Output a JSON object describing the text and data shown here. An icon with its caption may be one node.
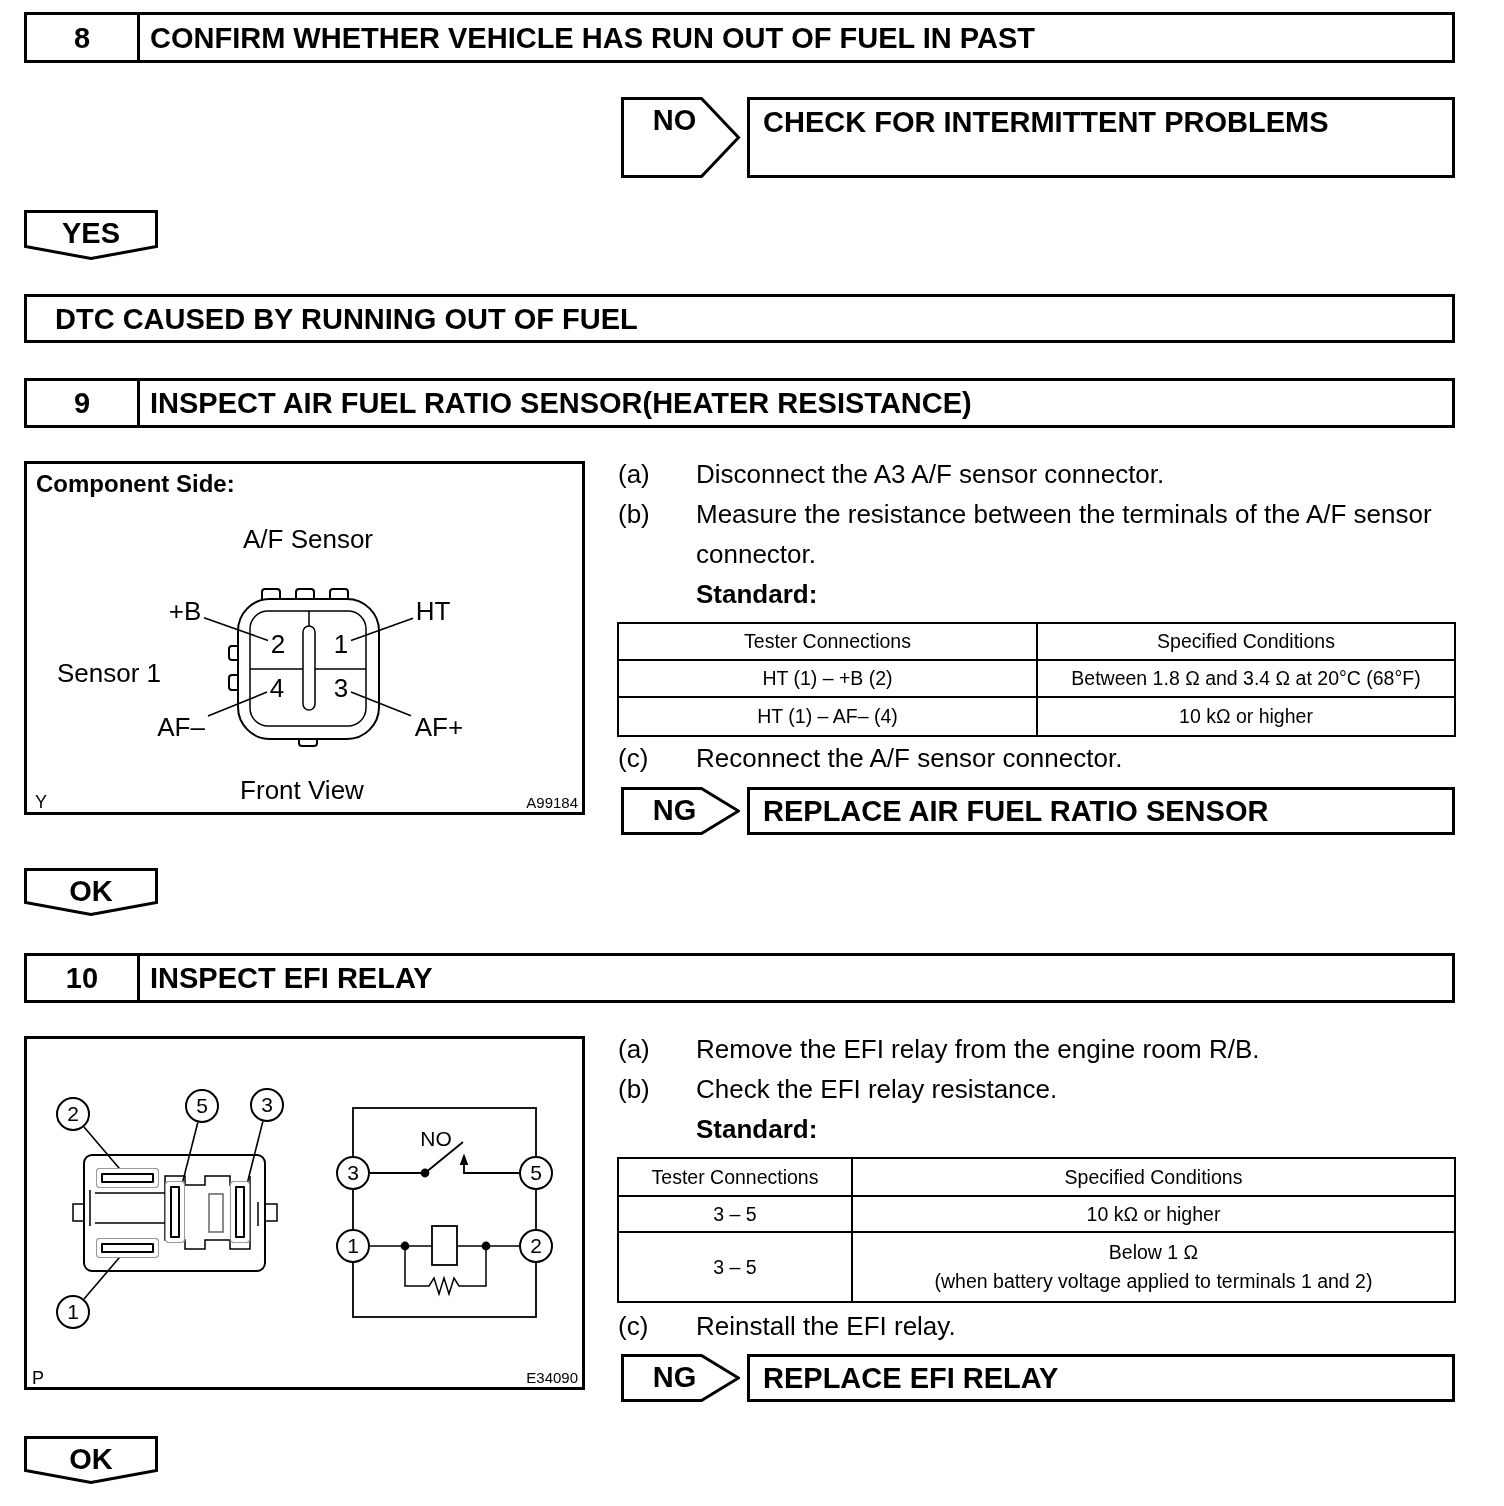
{
  "diagram": {
    "nodes": [
      {
        "text": [
          "8",
          "CONFIRM WHETHER VEHICLE HAS RUN OUT OF FUEL IN PAST"
        ]
      },
      {
        "text": [
          "CHECK FOR INTERMITTENT PROBLEMS"
        ]
      },
      {
        "text": [
          "DTC CAUSED BY RUNNING OUT OF FUEL"
        ]
      },
      {
        "text": [
          "9",
          "INSPECT AIR FUEL RATIO SENSOR(HEATER RESISTANCE)"
        ]
      },
      {
        "text": [
          "Component Side:",
          "A/F Sensor",
          "Sensor 1",
          "Front View",
          "Y",
          "A99184"
        ]
      },
      {
        "text": [
          "+B"
        ],
        "in": 4
      },
      {
        "text": [
          "HT"
        ],
        "in": 4
      },
      {
        "text": [
          "AF–"
        ],
        "in": 4
      },
      {
        "text": [
          "AF+"
        ],
        "in": 4
      },
      {
        "text": [
          "2"
        ],
        "in": 4
      },
      {
        "text": [
          "1"
        ],
        "in": 4
      },
      {
        "text": [
          "4"
        ],
        "in": 4
      },
      {
        "text": [
          "3"
        ],
        "in": 4
      },
      {
        "text": [
          "REPLACE AIR FUEL RATIO SENSOR"
        ]
      },
      {
        "text": [
          "10",
          "INSPECT EFI RELAY"
        ]
      },
      {
        "text": [
          "NO",
          "P",
          "E34090"
        ]
      },
      {
        "text": [
          "2"
        ],
        "in": 15
      },
      {
        "text": [
          "5"
        ],
        "in": 15
      },
      {
        "text": [
          "3"
        ],
        "in": 15
      },
      {
        "text": [
          "1"
        ],
        "in": 15
      },
      {
        "text": [],
        "shape": "bar",
        "in": 15
      },
      {
        "text": [],
        "shape": "bar",
        "in": 15
      },
      {
        "text": [],
        "shape": "bar",
        "in": 15
      },
      {
        "text": [],
        "shape": "bar",
        "in": 15
      },
      {
        "text": [
          "3"
        ],
        "in": 15
      },
      {
        "text": [
          "5"
        ],
        "in": 15
      },
      {
        "text": [
          "1"
        ],
        "in": 15
      },
      {
        "text": [
          "2"
        ],
        "in": 15
      },
      {
        "text": [
          "REPLACE EFI RELAY"
        ]
      },
      {
        "text": [
          "YES"
        ]
      },
      {
        "text": [
          "NG"
        ]
      },
      {
        "text": [
          "OK"
        ]
      },
      {
        "text": [
          "NG"
        ]
      },
      {
        "text": [
          "OK"
        ]
      }
    ],
    "edges": [
      {
        "from": 5,
        "to": 9,
        "arrow": "none"
      },
      {
        "from": 6,
        "to": 10,
        "arrow": "none"
      },
      {
        "from": 7,
        "to": 11,
        "arrow": "none"
      },
      {
        "from": 8,
        "to": 12,
        "arrow": "none"
      },
      {
        "from": 16,
        "to": 20,
        "arrow": "none"
      },
      {
        "from": 17,
        "to": 22,
        "arrow": "none"
      },
      {
        "from": 18,
        "to": 23,
        "arrow": "none"
      },
      {
        "from": 19,
        "to": 21,
        "arrow": "none"
      },
      {
        "from": 26,
        "to": 27,
        "arrow": "none"
      },
      {
        "from": 0,
        "to": 1,
        "arrow": "to",
        "label": "NO"
      }
    ],
    "labels": [
      "(a)",
      "Disconnect the A3 A/F sensor connector.",
      "(b)",
      "Measure the resistance between the terminals of the A/F sensor connector.",
      "Standard:",
      "Tester Connections",
      "Specified Conditions",
      "HT (1) – +B (2)",
      "Between 1.8 Ω and 3.4 Ω at 20°C (68°F)",
      "HT (1) – AF– (4)",
      "10 kΩ or higher",
      "(c)",
      "Reconnect the A/F sensor connector.",
      "(a)",
      "Remove the EFI relay from the engine room R/B.",
      "(b)",
      "Check the EFI relay resistance.",
      "Standard:",
      "Tester Connections",
      "Specified Conditions",
      "3 – 5",
      "10 kΩ or higher",
      "3 – 5",
      "Below 1 Ω",
      "(when battery voltage applied to terminals 1 and 2)",
      "(c)",
      "Reinstall the EFI relay."
    ]
  }
}
